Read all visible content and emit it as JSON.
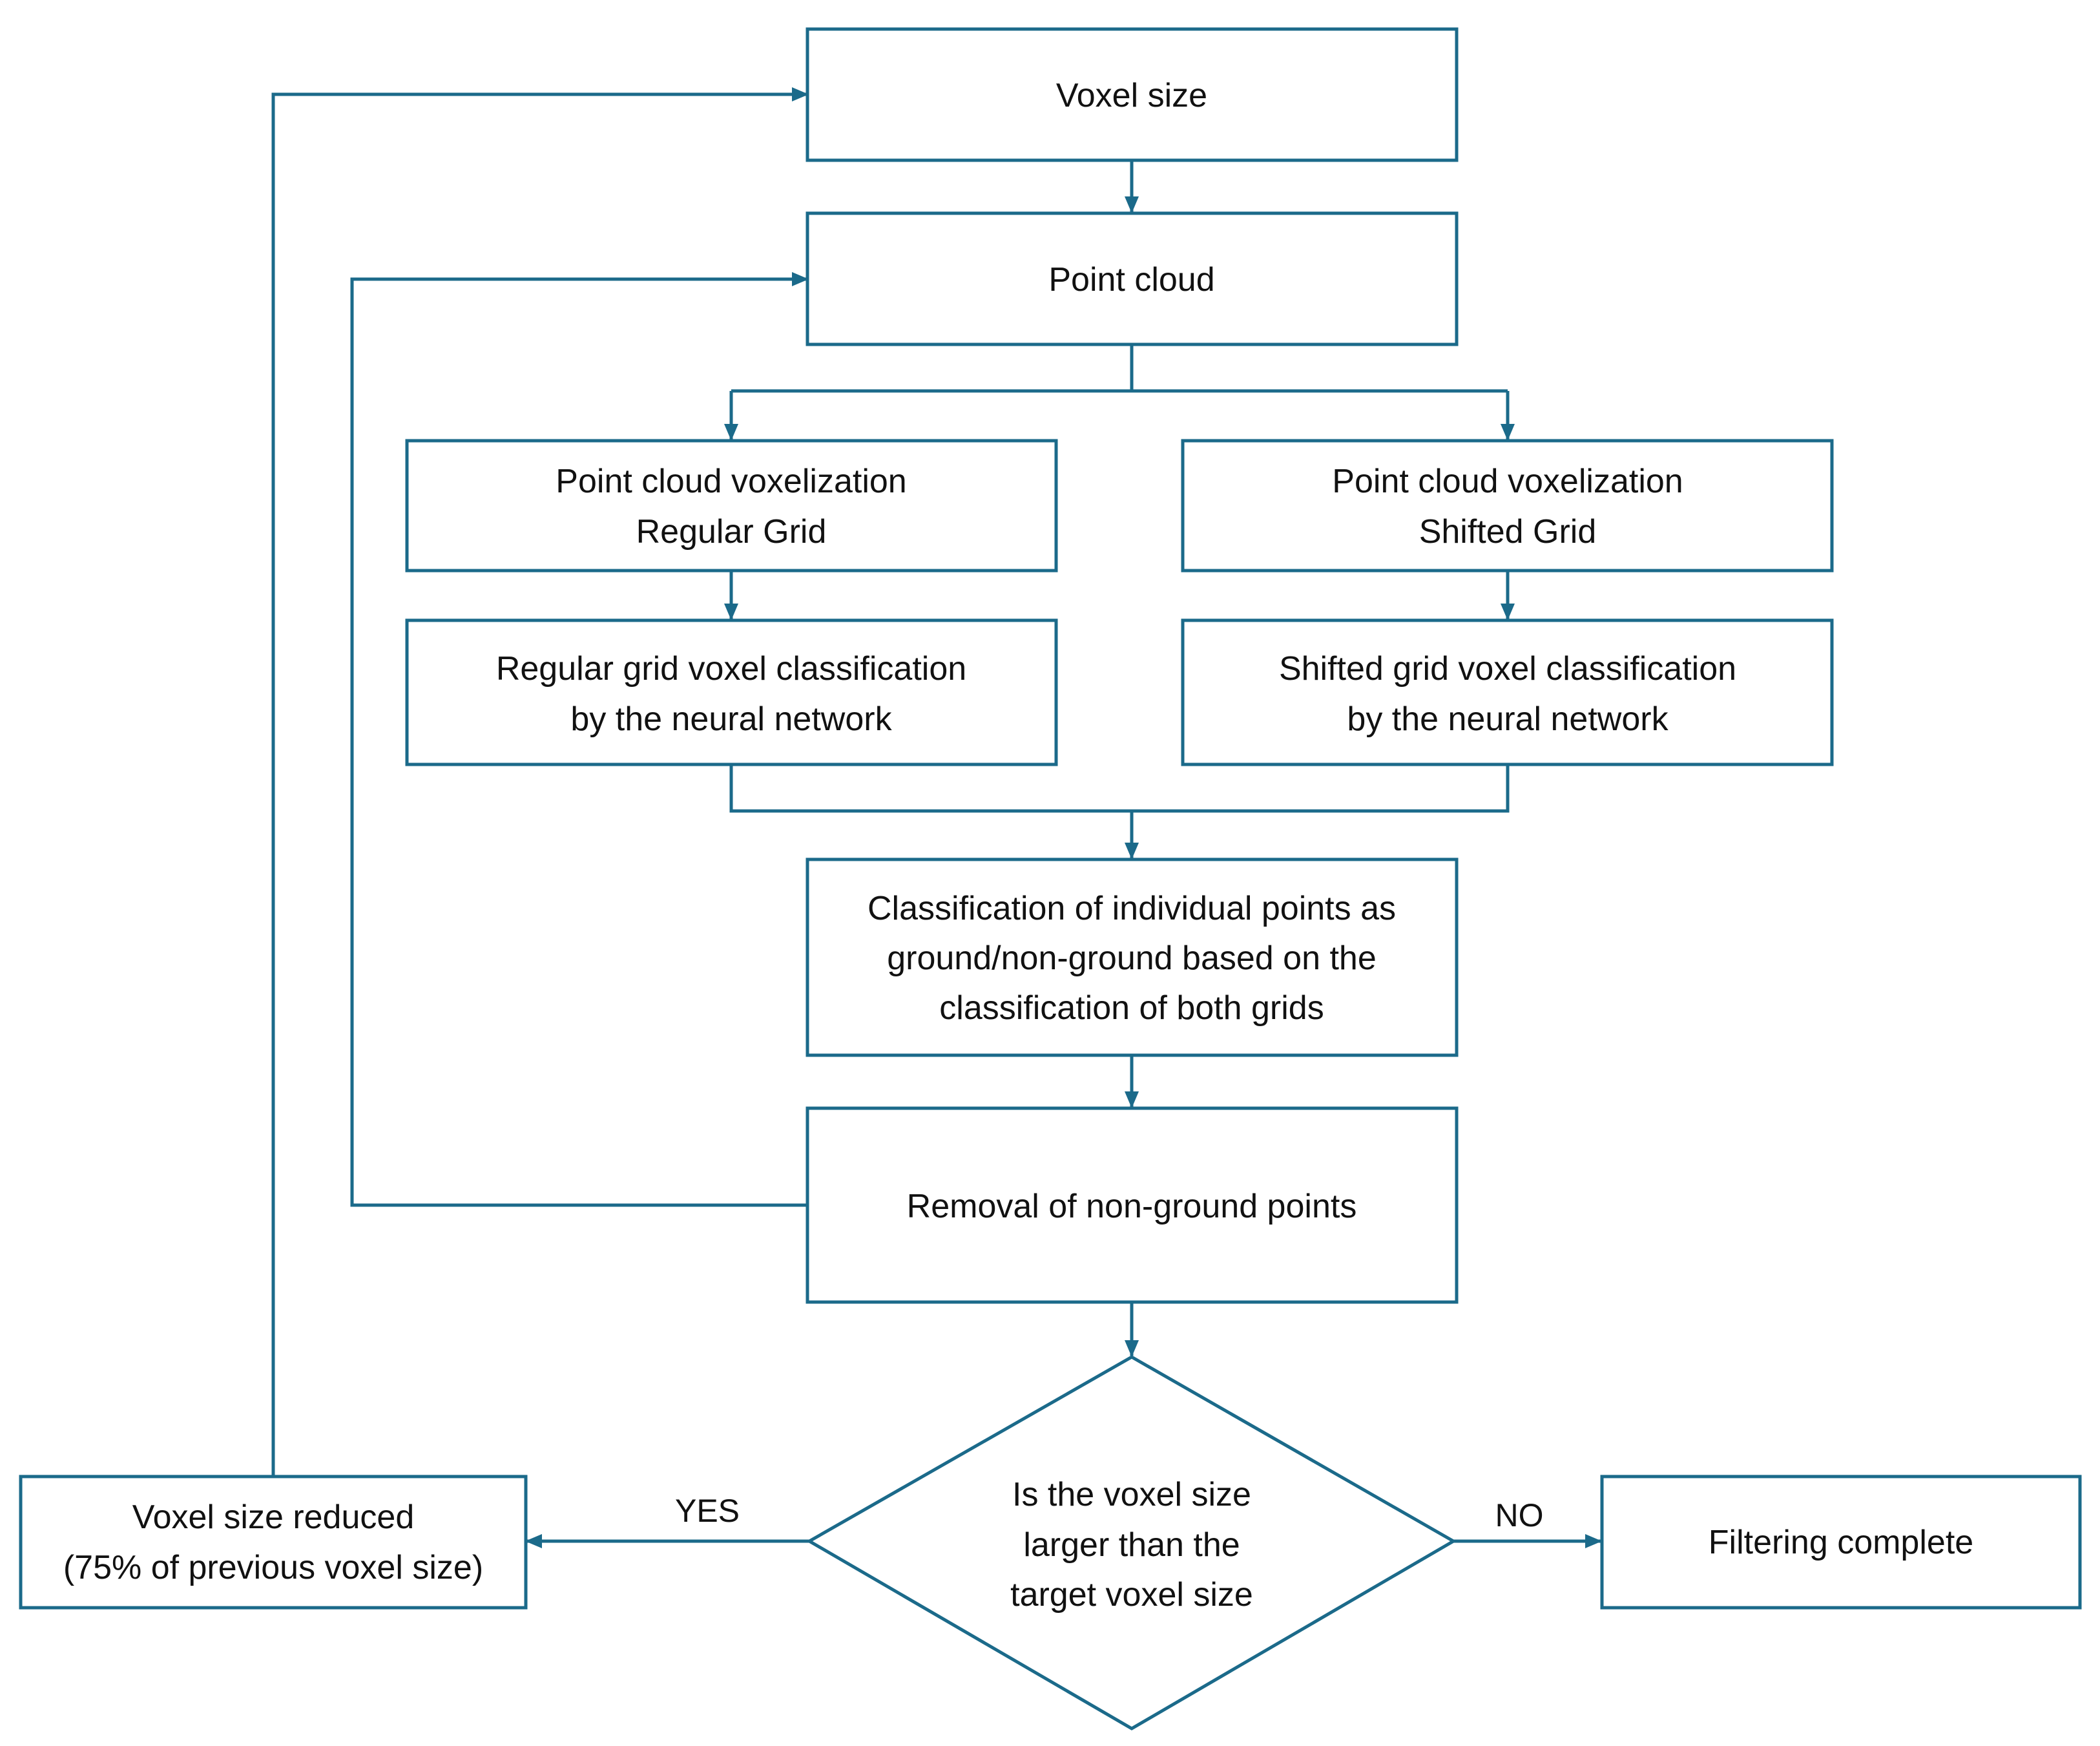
{
  "colors": {
    "stroke": "#1b6a8a",
    "text": "#111111",
    "background": "#ffffff"
  },
  "nodes": {
    "voxel_size": {
      "lines": [
        "Voxel size"
      ]
    },
    "point_cloud": {
      "lines": [
        "Point cloud"
      ]
    },
    "vox_regular": {
      "lines": [
        "Point cloud voxelization",
        "Regular Grid"
      ]
    },
    "vox_shifted": {
      "lines": [
        "Point cloud voxelization",
        "Shifted Grid"
      ]
    },
    "class_regular": {
      "lines": [
        "Regular grid voxel classification",
        "by the neural network"
      ]
    },
    "class_shifted": {
      "lines": [
        "Shifted grid voxel classification",
        "by the neural network"
      ]
    },
    "class_points": {
      "lines": [
        "Classification of individual points as",
        "ground/non-ground based on the",
        "classification of both grids"
      ]
    },
    "removal": {
      "lines": [
        "Removal of non-ground points"
      ]
    },
    "decision": {
      "lines": [
        "Is the voxel size",
        "larger than the",
        "target voxel size"
      ]
    },
    "reduced": {
      "lines": [
        "Voxel size reduced",
        "(75% of previous voxel size)"
      ]
    },
    "complete": {
      "lines": [
        "Filtering complete"
      ]
    }
  },
  "edges": {
    "yes_label": "YES",
    "no_label": "NO"
  }
}
